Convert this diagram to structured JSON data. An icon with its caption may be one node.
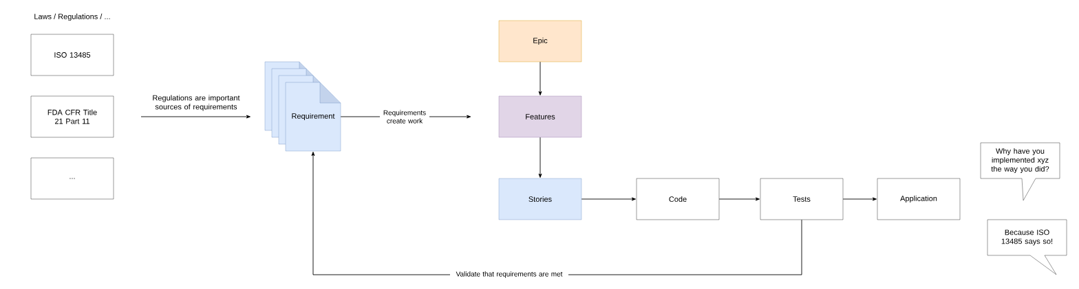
{
  "diagram": {
    "nodes": [
      {
        "text": [
          "ISO 13485"
        ]
      },
      {
        "text": [
          "FDA CFR Title 21 Part 11"
        ]
      },
      {
        "text": [
          "..."
        ]
      },
      {
        "text": [
          "Requirement"
        ]
      },
      {
        "text": [
          "Epic"
        ]
      },
      {
        "text": [
          "Features"
        ]
      },
      {
        "text": [
          "Stories"
        ]
      },
      {
        "text": [
          "Code"
        ]
      },
      {
        "text": [
          "Tests"
        ]
      },
      {
        "text": [
          "Application"
        ]
      },
      {
        "text": [
          "Why have you implemented xyz the way you did?"
        ]
      },
      {
        "text": [
          "Because ISO 13485 says so!"
        ]
      }
    ],
    "edges": [
      {
        "from": null,
        "to": 3,
        "arrow": "to",
        "label": "Regulations are important sources of requirements"
      },
      {
        "from": 3,
        "to": null,
        "arrow": "to",
        "label": "Requirements create work"
      },
      {
        "from": 4,
        "to": 5,
        "arrow": "to"
      },
      {
        "from": 5,
        "to": 6,
        "arrow": "to"
      },
      {
        "from": 6,
        "to": 7,
        "arrow": "to"
      },
      {
        "from": 7,
        "to": 8,
        "arrow": "to"
      },
      {
        "from": 8,
        "to": 9,
        "arrow": "to"
      },
      {
        "from": 8,
        "to": 3,
        "arrow": "to",
        "label": "Validate that requirements are met"
      }
    ],
    "labels": [
      "Laws / Regulations / ..."
    ]
  }
}
